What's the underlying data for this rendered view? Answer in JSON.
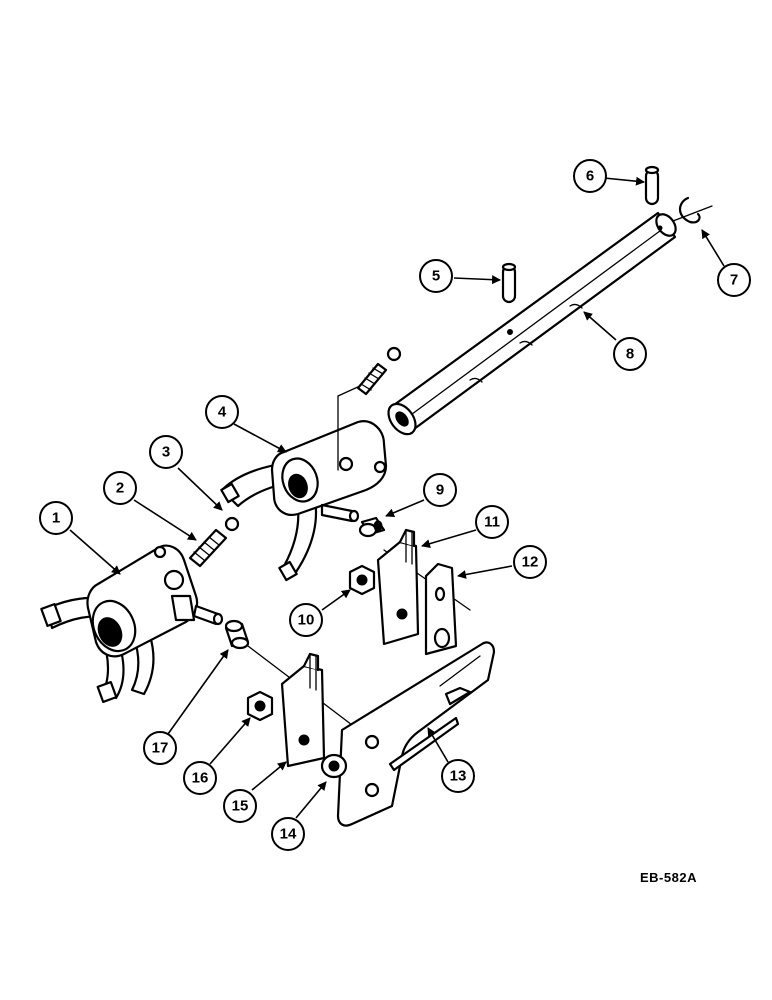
{
  "figure": {
    "reference_code": "EB-582A"
  },
  "callouts": [
    "1",
    "2",
    "3",
    "4",
    "5",
    "6",
    "7",
    "8",
    "9",
    "10",
    "11",
    "12",
    "13",
    "14",
    "15",
    "16",
    "17"
  ]
}
